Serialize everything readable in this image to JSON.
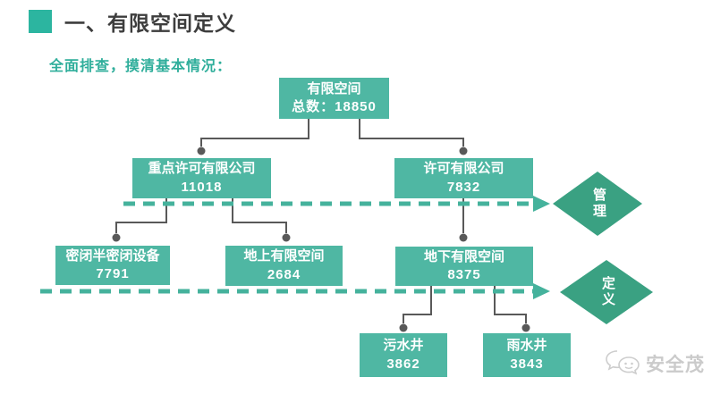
{
  "slide": {
    "title": "一、有限空间定义",
    "subtitle": "全面排查，摸清基本情况："
  },
  "diagram": {
    "nodes": {
      "root": {
        "name": "有限空间",
        "value": "总数：18850"
      },
      "key_licensed": {
        "name": "重点许可有限公司",
        "value": "11018"
      },
      "licensed": {
        "name": "许可有限公司",
        "value": "7832"
      },
      "sealed": {
        "name": "密闭半密闭设备",
        "value": "7791"
      },
      "above_ground": {
        "name": "地上有限空间",
        "value": "2684"
      },
      "underground": {
        "name": "地下有限空间",
        "value": "8375"
      },
      "sewage_well": {
        "name": "污水井",
        "value": "3862"
      },
      "rain_well": {
        "name": "雨水井",
        "value": "3843"
      }
    },
    "diamonds": {
      "management": "管理",
      "definition": "定义"
    }
  },
  "watermark": {
    "text": "安全茂"
  },
  "colors": {
    "node_box": "#4fb7a3",
    "diamond": "#3aa182",
    "dashed_arrow": "#45b29c",
    "connector": "#595959",
    "accent_square": "#2cb5a0",
    "subtitle_text": "#2fae9b",
    "title_text": "#3d3d3d",
    "watermark_text": "#cbcbcb"
  }
}
